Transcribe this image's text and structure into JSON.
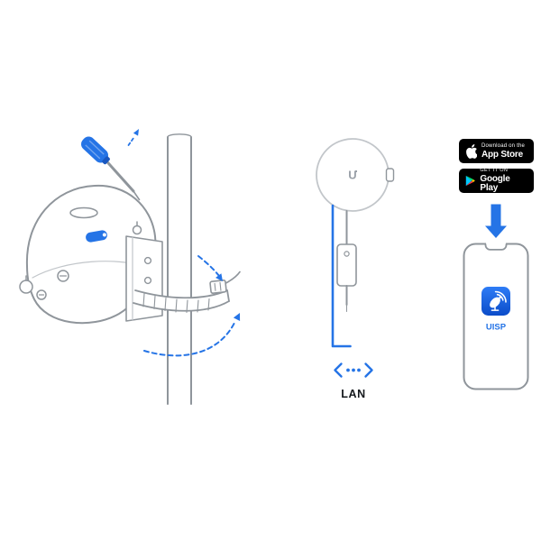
{
  "colors": {
    "accent": "#2574E6",
    "line_art": "#8F959B",
    "light_line": "#C2C6CA",
    "badge_bg": "#000000",
    "badge_text": "#FFFFFF",
    "text_dark": "#14181C",
    "logo_gray": "#9AA0A8",
    "app_icon_top": "#2E7CF6",
    "app_icon_bottom": "#0B4CC9"
  },
  "middle_panel": {
    "device_logo": "U",
    "lan_label": "LAN"
  },
  "right_panel": {
    "app_store_badge": {
      "line1": "Download on the",
      "line2": "App Store"
    },
    "google_play_badge": {
      "line1": "GET IT ON",
      "line2": "Google Play"
    },
    "phone_app_label": "UISP"
  }
}
